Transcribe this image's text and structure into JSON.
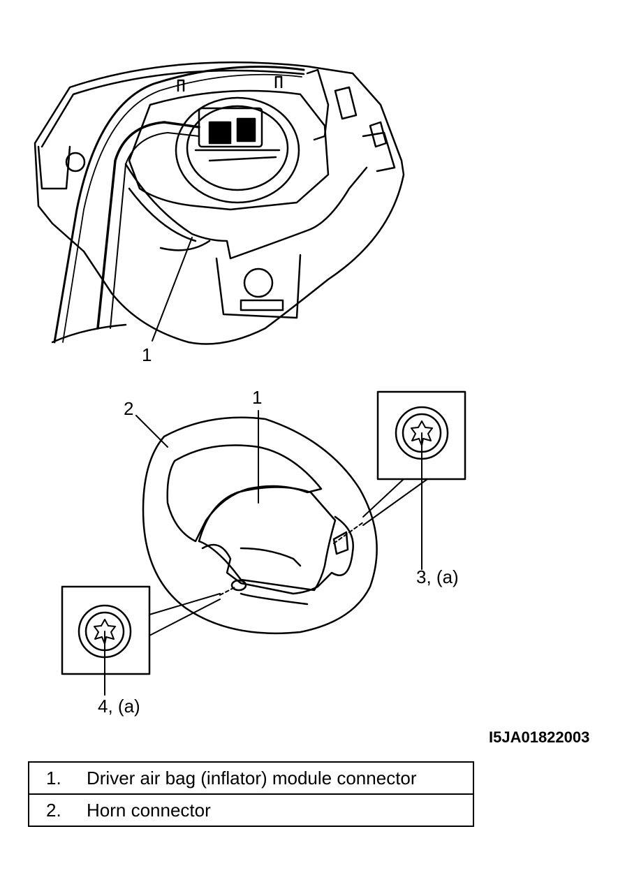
{
  "callouts": {
    "top_airbag": "1",
    "wheel_horn": "2",
    "wheel_airbag": "1",
    "bolt_right": "3, (a)",
    "bolt_left": "4, (a)"
  },
  "figure_code": "I5JA01822003",
  "legend": [
    {
      "num": "1.",
      "text": "Driver air bag (inflator) module connector"
    },
    {
      "num": "2.",
      "text": "Horn connector"
    }
  ]
}
